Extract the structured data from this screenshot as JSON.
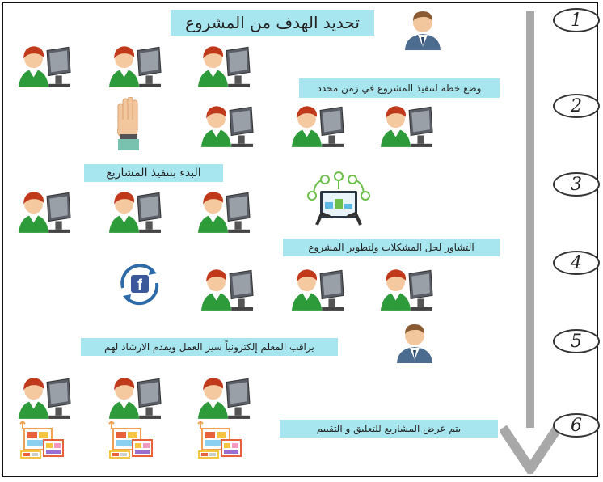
{
  "steps": [
    {
      "number": "1",
      "label": "تحديد الهدف من المشروع"
    },
    {
      "number": "2",
      "label": "وضع خطة لتنفيذ المشروع في زمن محدد"
    },
    {
      "number": "3",
      "label": "البدء بتنفيذ المشاريع"
    },
    {
      "number": "4",
      "label": "التشاور  لحل المشكلات ولتطوير المشروع"
    },
    {
      "number": "5",
      "label": "يراقب المعلم إلكترونياً سير العمل ويقدم الارشاد لهم"
    },
    {
      "number": "6",
      "label": "يتم عرض المشاريع للتعليق و التقييم"
    }
  ],
  "colors": {
    "label_bg": "#a8e6ef",
    "arrow": "#a8a8a8",
    "person_shirt": "#2e9b3a",
    "hair": "#c0391b"
  },
  "facebook_glyph": "f"
}
